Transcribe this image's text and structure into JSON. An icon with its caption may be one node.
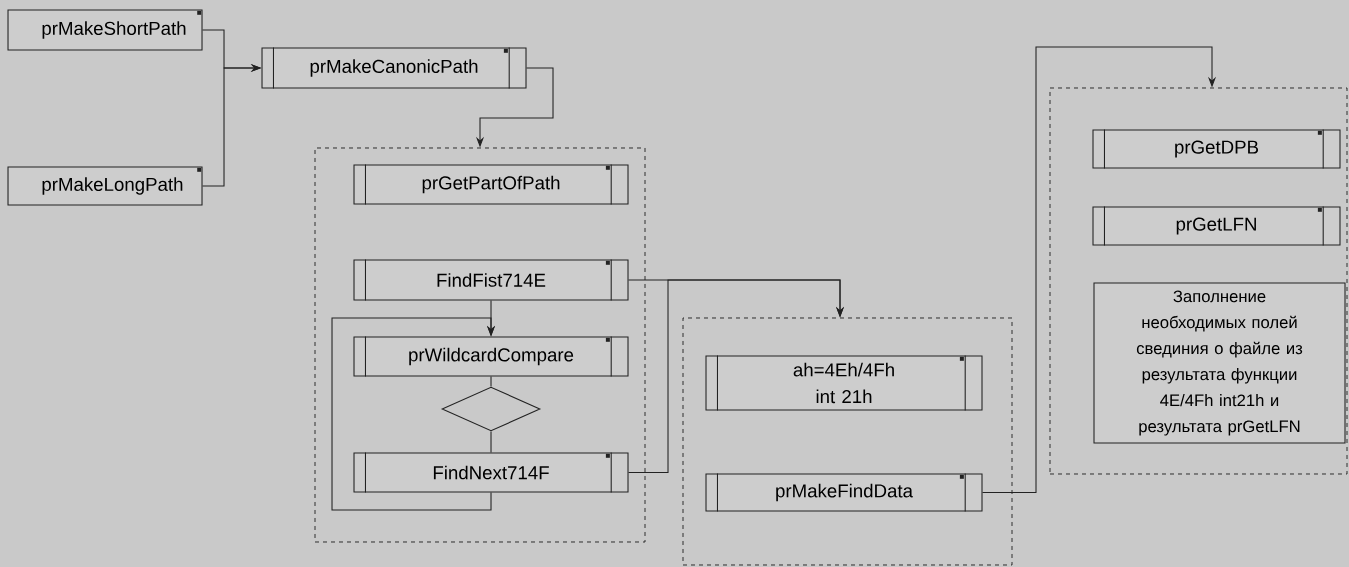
{
  "diagram": {
    "nodes": [
      {
        "text": [
          "prMakeShortPath"
        ]
      },
      {
        "text": [
          "prMakeLongPath"
        ]
      },
      {
        "text": [
          "prMakeCanonicPath"
        ]
      },
      {
        "text": [],
        "shape": "box"
      },
      {
        "text": [
          "prGetPartOfPath"
        ],
        "in": 3
      },
      {
        "text": [
          "FindFist714E"
        ],
        "in": 3
      },
      {
        "text": [
          "prWildcardCompare"
        ],
        "in": 3
      },
      {
        "text": [],
        "shape": "diamond",
        "in": 3
      },
      {
        "text": [
          "FindNext714F"
        ],
        "in": 3
      },
      {
        "text": [],
        "shape": "box"
      },
      {
        "text": [
          "ah=4Eh/4Fh int 21h"
        ],
        "in": 9
      },
      {
        "text": [
          "prMakeFindData"
        ],
        "in": 9
      },
      {
        "text": [],
        "shape": "box"
      },
      {
        "text": [
          "prGetDPB"
        ],
        "in": 12
      },
      {
        "text": [
          "prGetLFN"
        ],
        "in": 12
      },
      {
        "text": [
          "Заполнение необходимых полей свединия о файле из результата функции 4E/4Fh int21h и результата prGetLFN"
        ],
        "in": 12
      }
    ],
    "edges": [
      {
        "from": 0,
        "to": 2,
        "arrow": "to"
      },
      {
        "from": 1,
        "to": 2,
        "arrow": "to"
      },
      {
        "from": 2,
        "to": 3,
        "arrow": "to"
      },
      {
        "from": 5,
        "to": 6,
        "arrow": "to"
      },
      {
        "from": 6,
        "to": 7,
        "arrow": "none"
      },
      {
        "from": 7,
        "to": 8,
        "arrow": "none"
      },
      {
        "from": 8,
        "to": 6,
        "arrow": "to"
      },
      {
        "from": 5,
        "to": 9,
        "arrow": "to"
      },
      {
        "from": 8,
        "to": 9,
        "arrow": "to"
      },
      {
        "from": 11,
        "to": 12,
        "arrow": "to"
      }
    ]
  }
}
